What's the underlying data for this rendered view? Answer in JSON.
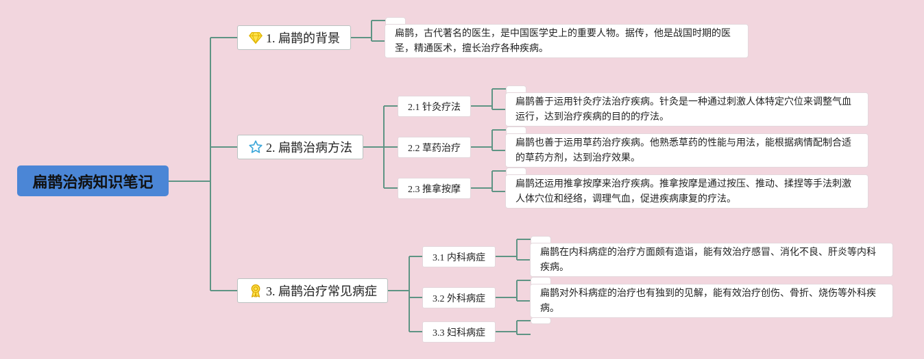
{
  "root": {
    "label": "扁鹊治病知识笔记"
  },
  "colors": {
    "line": "#5e9484",
    "root_bg": "#4b86d6",
    "background": "#f2d6de"
  },
  "branches": [
    {
      "label": "1. 扁鹊的背景",
      "icon": "diamond-icon",
      "note": "扁鹊，古代著名的医生，是中国医学史上的重要人物。据传，他是战国时期的医圣，精通医术，擅长治疗各种疾病。"
    },
    {
      "label": "2. 扁鹊治病方法",
      "icon": "star-icon",
      "children": [
        {
          "label": "2.1 针灸疗法",
          "note": "扁鹊善于运用针灸疗法治疗疾病。针灸是一种通过刺激人体特定穴位来调整气血运行，达到治疗疾病的目的的疗法。"
        },
        {
          "label": "2.2 草药治疗",
          "note": "扁鹊也善于运用草药治疗疾病。他熟悉草药的性能与用法，能根据病情配制合适的草药方剂，达到治疗效果。"
        },
        {
          "label": "2.3 推拿按摩",
          "note": "扁鹊还运用推拿按摩来治疗疾病。推拿按摩是通过按压、推动、揉捏等手法刺激人体穴位和经络，调理气血，促进疾病康复的疗法。"
        }
      ]
    },
    {
      "label": "3. 扁鹊治疗常见病症",
      "icon": "award-ribbon-icon",
      "children": [
        {
          "label": "3.1 内科病症",
          "note": "扁鹊在内科病症的治疗方面颇有造诣，能有效治疗感冒、消化不良、肝炎等内科疾病。"
        },
        {
          "label": "3.2 外科病症",
          "note": "扁鹊对外科病症的治疗也有独到的见解，能有效治疗创伤、骨折、烧伤等外科疾病。"
        },
        {
          "label": "3.3 妇科病症",
          "note": ""
        }
      ]
    }
  ]
}
